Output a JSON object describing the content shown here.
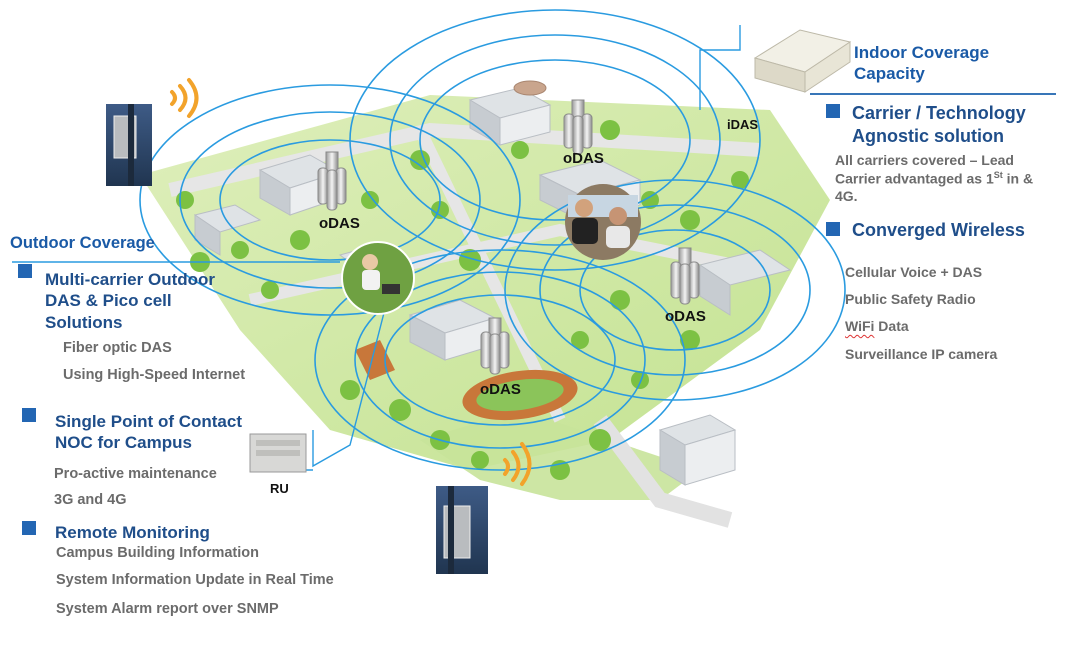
{
  "colors": {
    "accent": "#1a5aa6",
    "bullet": "#2366b3",
    "rings": "#2a9be0",
    "gray_text": "#6b6b6b"
  },
  "diagram": {
    "node_labels": {
      "odas_1": "oDAS",
      "odas_2": "oDAS",
      "odas_3": "oDAS",
      "odas_4": "oDAS",
      "idas": "iDAS",
      "ru": "RU"
    }
  },
  "indoor": {
    "title_line1": "Indoor Coverage",
    "title_line2": "Capacity",
    "carrier": {
      "title_line1": "Carrier / Technology",
      "title_line2": "Agnostic solution",
      "desc_line1": "All carriers covered – Lead",
      "desc_line2_a": "Carrier advantaged as 1",
      "desc_line2_sup": "St",
      "desc_line2_b": " in &",
      "desc_line3": "4G."
    },
    "converged": {
      "title": "Converged Wireless",
      "items": [
        "Cellular Voice + DAS",
        "Public Safety Radio",
        "WiFi",
        " Data",
        "Surveillance IP camera"
      ]
    }
  },
  "outdoor": {
    "title": "Outdoor Coverage",
    "multi": {
      "title_line1": "Multi-carrier Outdoor",
      "title_line2": "DAS & Pico cell",
      "title_line3": "Solutions",
      "items": [
        "Fiber optic DAS",
        "Using High-Speed Internet"
      ]
    },
    "single": {
      "title_line1": "Single Point of Contact",
      "title_line2": "NOC for Campus",
      "items": [
        "Pro-active maintenance",
        "3G and 4G"
      ]
    },
    "remote": {
      "title": "Remote Monitoring",
      "items": [
        "Campus Building Information",
        "System Information Update in Real Time",
        "System Alarm report over SNMP"
      ]
    }
  }
}
